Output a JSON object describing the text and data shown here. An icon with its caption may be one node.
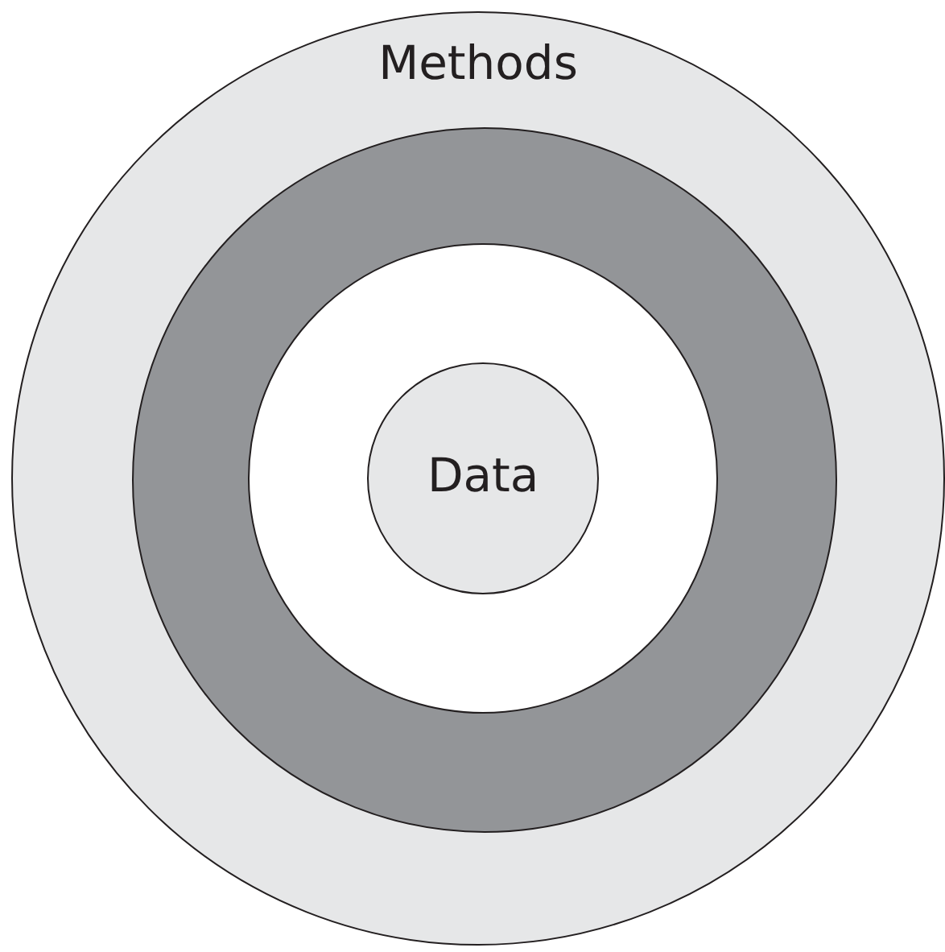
{
  "diagram": {
    "nodes": [
      {
        "text": [
          "Methods"
        ]
      },
      {
        "text": [],
        "shape": "circle",
        "in": 0
      },
      {
        "text": [],
        "shape": "circle",
        "in": 1
      },
      {
        "text": [
          "Data"
        ],
        "in": 2
      }
    ]
  }
}
